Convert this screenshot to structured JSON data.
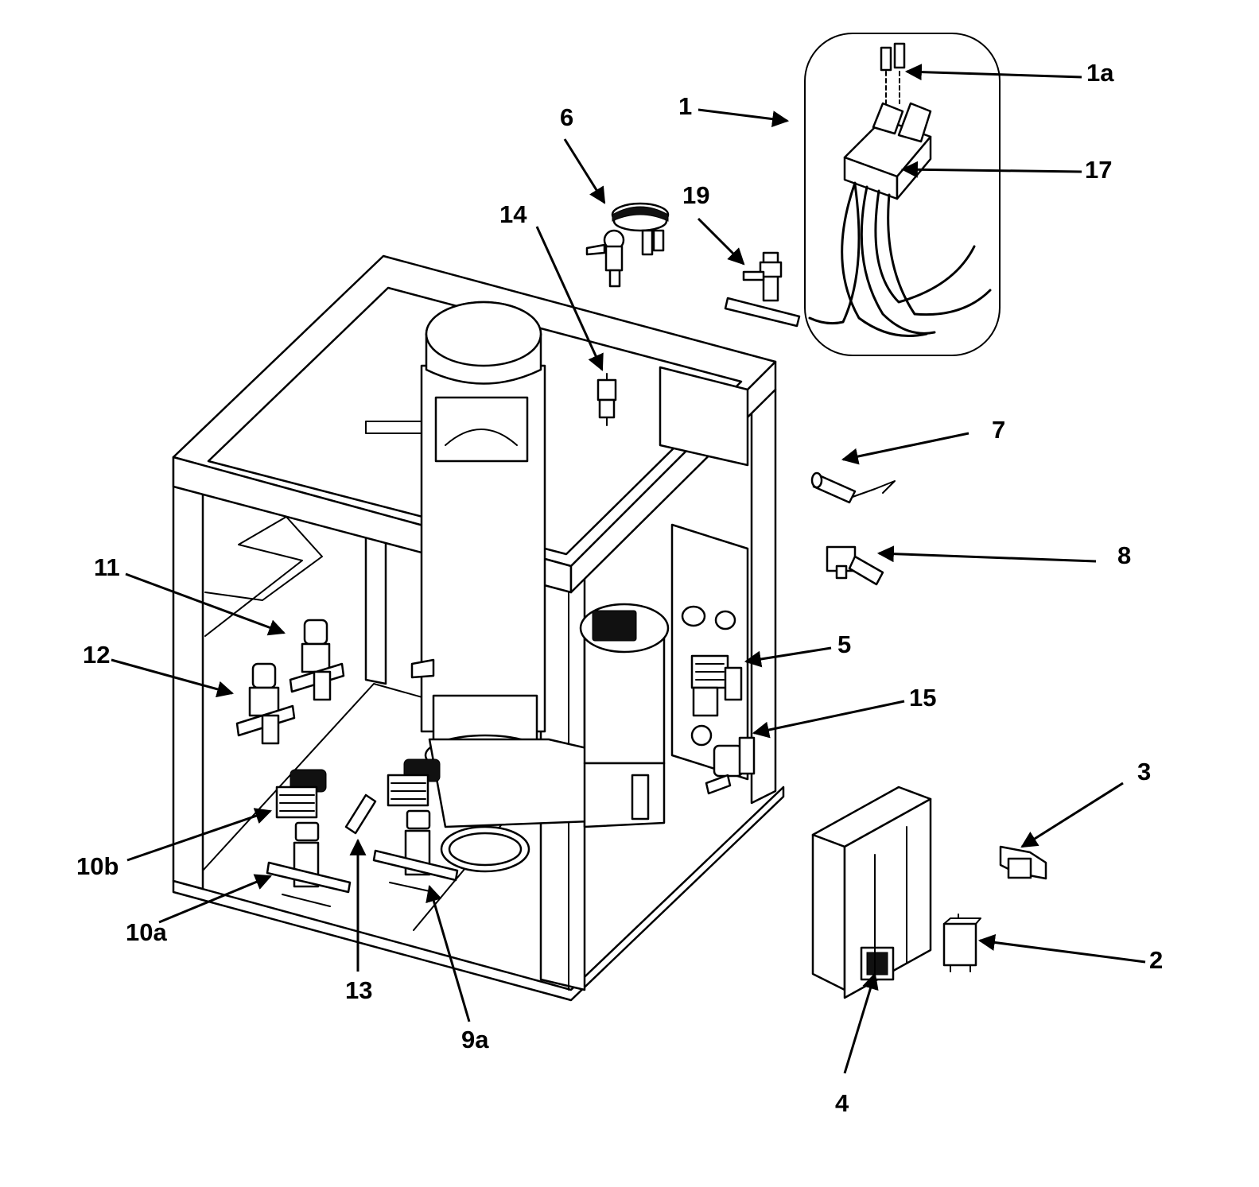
{
  "callouts": {
    "c1": "1",
    "c1a": "1a",
    "c17": "17",
    "c19": "19",
    "c6": "6",
    "c14": "14",
    "c7": "7",
    "c8": "8",
    "c5": "5",
    "c15": "15",
    "c11": "11",
    "c12": "12",
    "c3": "3",
    "c2": "2",
    "c4": "4",
    "c10b": "10b",
    "c10a": "10a",
    "c13": "13",
    "c9a": "9a"
  },
  "colors": {
    "line": "#000000",
    "background": "#ffffff",
    "shade": "#e8e8e8"
  }
}
